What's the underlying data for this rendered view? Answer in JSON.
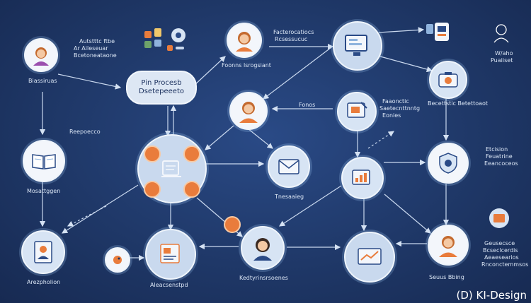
{
  "diagram": {
    "labels": {
      "top_left_node": "Biassiruas",
      "top_note_1": "Autstttc ftbe",
      "top_note_2": "Ar Aileseuar",
      "top_note_3": "Bcetoneataone",
      "pill_line_1": "Pin Procesb",
      "pill_line_2": "Dsetepeeeto",
      "top_center_line_1": "Foonns lsrogsiant",
      "top_center_note_1": "Facterocatiocs",
      "top_center_note_2": "Rcsessucuc",
      "top_right_note_1": "W/aho",
      "top_right_note_2": "Puaiiset",
      "mid_arrow_label": "Fonos",
      "mid_right_note_1": "Faaonctic",
      "mid_right_note_2": "Saetecnttnntg",
      "mid_right_note_3": "Eonies",
      "right_node": "Becettstic Betettoaot",
      "far_right_note_1": "Etcision",
      "far_right_note_2": "Feuatrine",
      "far_right_note_3": "Eeancoceos",
      "left_side": "Reepoecco",
      "left_book": "Mosattggen",
      "mail_node": "Tnesaaieg",
      "bottom_left": "Arezpholion",
      "bottom_center_left": "Aleacsenstpd",
      "bottom_center": "Kedtyrinsrsoenes",
      "bottom_right_1": "Geusecsce",
      "bottom_right_2": "Bcseclcerdis",
      "bottom_right_3": "Aeaesearios",
      "bottom_right_4": "Rnconctemmsos",
      "bottom_right_5": "Seuus Bbing"
    },
    "watermark": "(D) KI-Design",
    "colors": {
      "background": "#1f3868",
      "node": "#d7e4f4",
      "accent": "#e97c3c",
      "line": "#c9d8ee"
    }
  }
}
